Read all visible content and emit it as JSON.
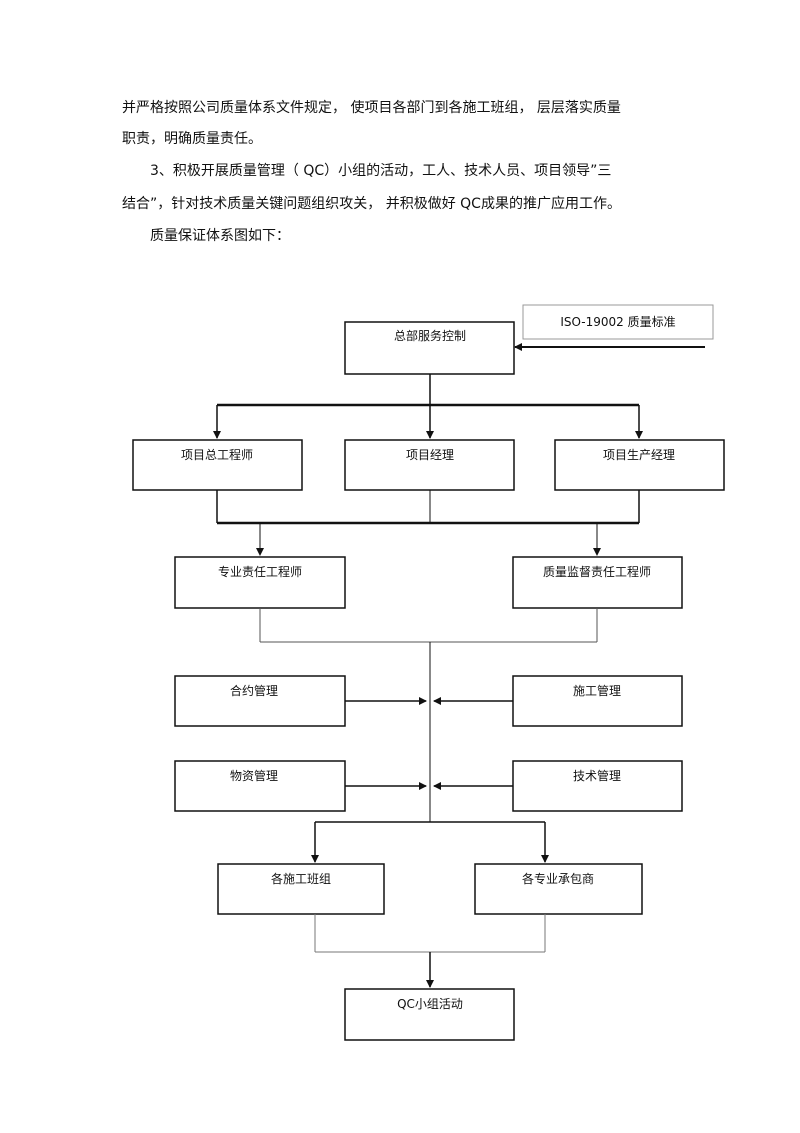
{
  "paragraphs": [
    "并严格按照公司质量体系文件规定，  使项目各部门到各施工班组，  层层落实质量",
    "职责，明确质量责任。",
    "3、积极开展质量管理（   QC）小组的活动，工人、技术人员、项目领导”三",
    "结合”，针对技术质量关键问题组织攻关，   并积极做好  QC成果的推广应用工作。",
    "质量保证体系图如下："
  ],
  "diagram": {
    "iso": "ISO-19002  质量标准",
    "hq": "总部服务控制",
    "chief_engineer": "项目总工程师",
    "project_manager": "项目经理",
    "production_manager": "项目生产经理",
    "specialty_engineer": "专业责任工程师",
    "quality_engineer": "质量监督责任工程师",
    "contract_mgmt": "合约管理",
    "construction_mgmt": "施工管理",
    "material_mgmt": "物资管理",
    "technical_mgmt": "技术管理",
    "teams": "各施工班组",
    "subcontractors": "各专业承包商",
    "qc_activity": "QC小组活动"
  }
}
